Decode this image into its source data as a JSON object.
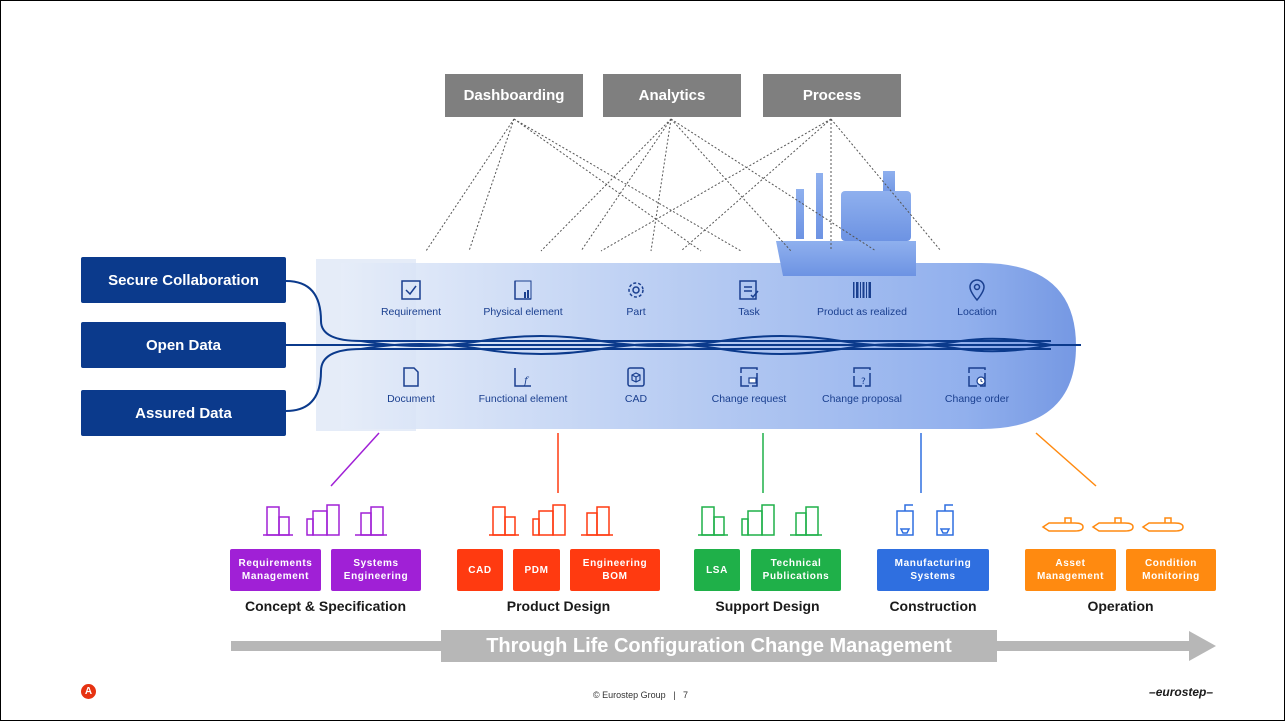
{
  "top_boxes": [
    "Dashboarding",
    "Analytics",
    "Process"
  ],
  "left_boxes": [
    "Secure Collaboration",
    "Open Data",
    "Assured Data"
  ],
  "objects_top": [
    "Requirement",
    "Physical element",
    "Part",
    "Task",
    "Product as realized",
    "Location"
  ],
  "objects_bottom": [
    "Document",
    "Functional element",
    "CAD",
    "Change request",
    "Change proposal",
    "Change order"
  ],
  "stages": [
    {
      "name": "Concept & Specification",
      "color": "#a020d6",
      "pills": [
        "Requirements\nManagement",
        "Systems\nEngineering"
      ]
    },
    {
      "name": "Product Design",
      "color": "#ff3a10",
      "pills": [
        "CAD",
        "PDM",
        "Engineering\nBOM"
      ]
    },
    {
      "name": "Support Design",
      "color": "#1fb049",
      "pills": [
        "LSA",
        "Technical\nPublications"
      ]
    },
    {
      "name": "Construction",
      "color": "#2f6fe0",
      "pills": [
        "Manufacturing\nSystems"
      ]
    },
    {
      "name": "Operation",
      "color": "#ff8a10",
      "pills": [
        "Asset\nManagement",
        "Condition\nMonitoring"
      ]
    }
  ],
  "arrow_label": "Through Life Configuration Change Management",
  "footer": {
    "copyright": "© Eurostep Group",
    "separator": "|",
    "page": "7",
    "brand": "eurostep"
  },
  "colors": {
    "navy": "#0b3a8c",
    "gray": "#7f7f7f",
    "sub_blue": "#3b6fd6"
  }
}
